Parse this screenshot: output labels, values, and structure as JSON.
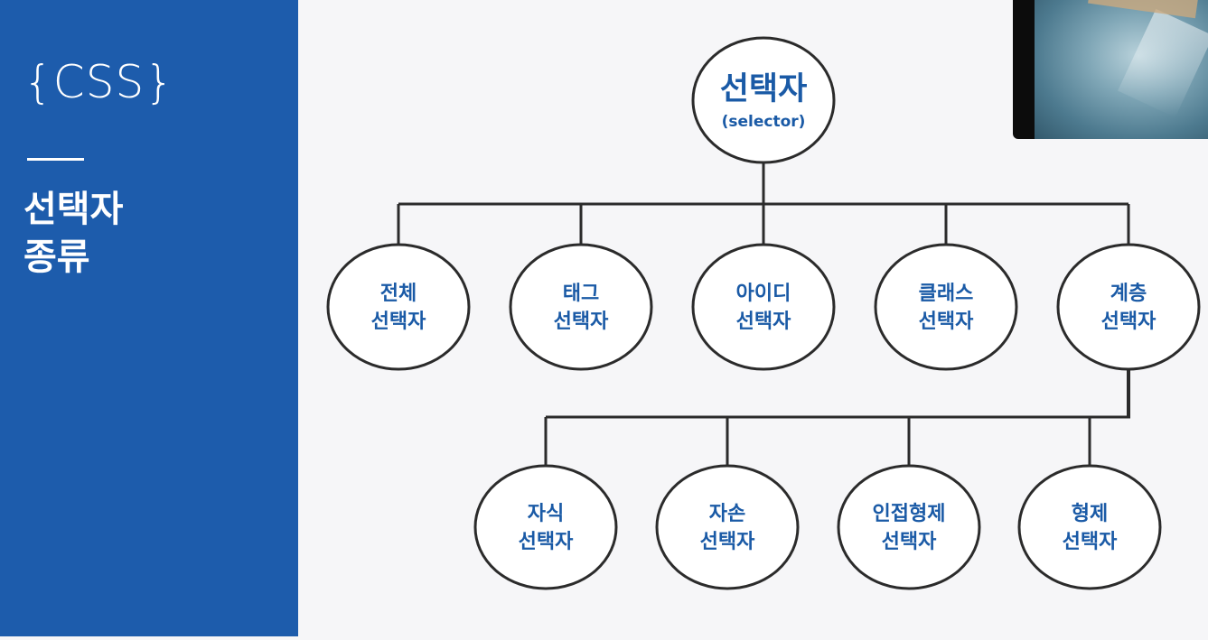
{
  "sidebar": {
    "logo": "{CSS}",
    "heading_line1": "선택자",
    "heading_line2": "종류"
  },
  "diagram": {
    "root": {
      "line1": "선택자",
      "line2": "(selector)"
    },
    "level1": [
      {
        "id": "universal",
        "line1": "전체",
        "line2": "선택자"
      },
      {
        "id": "tag",
        "line1": "태그",
        "line2": "선택자"
      },
      {
        "id": "id",
        "line1": "아이디",
        "line2": "선택자"
      },
      {
        "id": "class",
        "line1": "클래스",
        "line2": "선택자"
      },
      {
        "id": "hierarchy",
        "line1": "계층",
        "line2": "선택자"
      }
    ],
    "level2": [
      {
        "id": "child",
        "line1": "자식",
        "line2": "선택자"
      },
      {
        "id": "descendant",
        "line1": "자손",
        "line2": "선택자"
      },
      {
        "id": "adjacent-sibling",
        "line1": "인접형제",
        "line2": "선택자"
      },
      {
        "id": "sibling",
        "line1": "형제",
        "line2": "선택자"
      }
    ],
    "colors": {
      "text": "#1a5aa6",
      "stroke": "#2b2b2b",
      "sidebar": "#1d5cac"
    }
  },
  "overlay": {
    "icon": "webcam-thumbnail"
  }
}
